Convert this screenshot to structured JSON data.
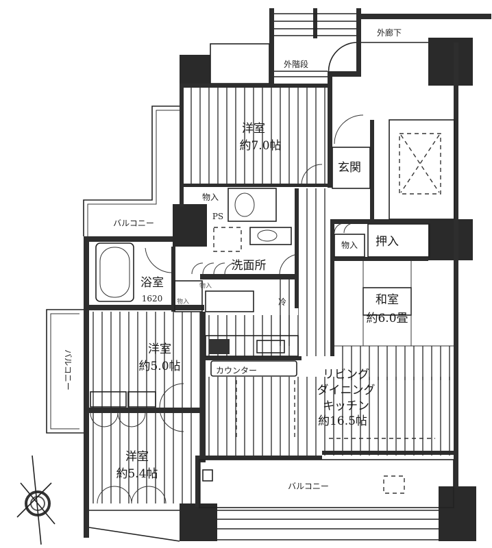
{
  "floorplan": {
    "outer_corridor": "外廊下",
    "outer_stairs": "外階段",
    "rooms": {
      "western_7": {
        "name": "洋室",
        "size": "約7.0帖"
      },
      "entrance": "玄関",
      "closet_toilet": "物入",
      "ps": "PS",
      "balcony_nw": "バルコニー",
      "washroom": "洗面所",
      "bath": {
        "name": "浴室",
        "size": "1620"
      },
      "closet_wash": "物入",
      "closet_hall": "物入",
      "fridge": "冷",
      "oshiire": "押入",
      "closet_entry": "物入",
      "japanese": {
        "name": "和室",
        "size": "約6.0畳"
      },
      "western_5_0": {
        "name": "洋室",
        "size": "約5.0帖"
      },
      "counter": "カウンター",
      "ldk": {
        "line1": "リビング",
        "line2": "ダイニング",
        "line3": "キッチン",
        "size": "約16.5帖"
      },
      "balcony_west": "バルコニー",
      "western_5_4": {
        "name": "洋室",
        "size": "約5.4帖"
      },
      "balcony_south": "バルコニー"
    }
  }
}
